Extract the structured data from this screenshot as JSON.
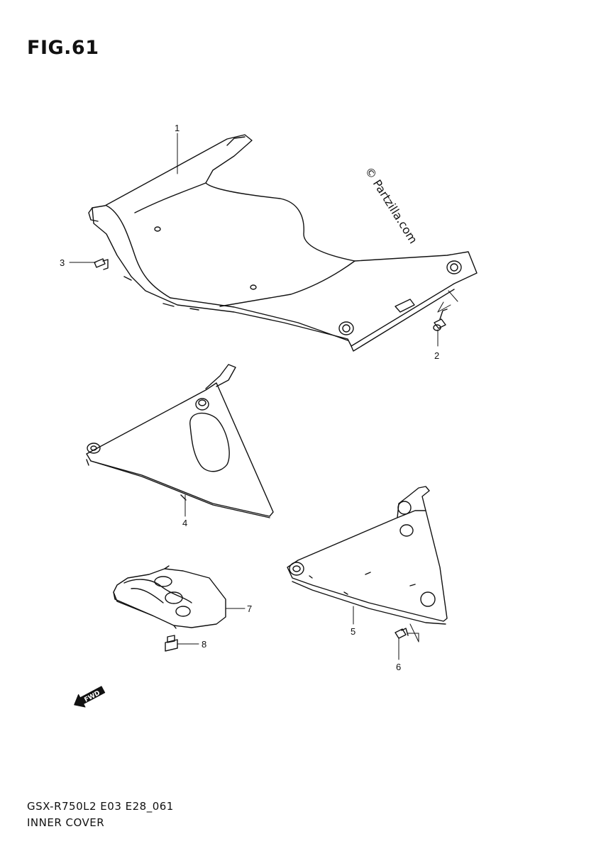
{
  "figure": {
    "title": "FIG.61",
    "watermark": "© Partzilla.com",
    "fwd_label": "FWD",
    "model_line": "GSX-R750L2 E03 E28_061",
    "section_name": "INNER COVER"
  },
  "callouts": [
    {
      "number": "1"
    },
    {
      "number": "2"
    },
    {
      "number": "3"
    },
    {
      "number": "4"
    },
    {
      "number": "5"
    },
    {
      "number": "6"
    },
    {
      "number": "7"
    },
    {
      "number": "8"
    }
  ],
  "colors": {
    "line": "#111111",
    "background": "#ffffff"
  }
}
